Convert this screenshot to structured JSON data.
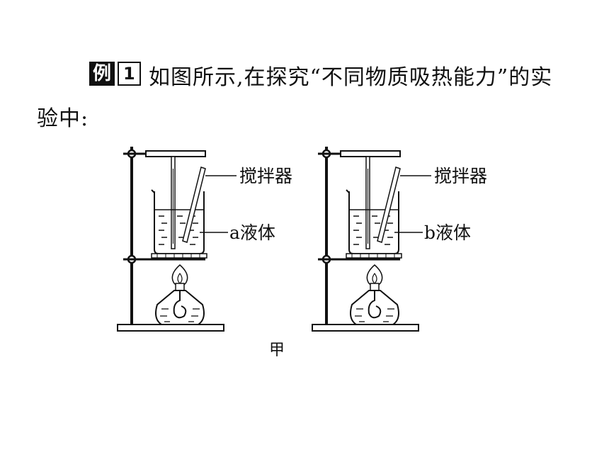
{
  "example": {
    "badge_char": "例",
    "badge_number": "1",
    "line1": "如图所示,在探究“不同物质吸热能力”的实",
    "line2": "验中:"
  },
  "figure": {
    "left": {
      "stirrer_label": "搅拌器",
      "liquid_label": "a液体"
    },
    "right": {
      "stirrer_label": "搅拌器",
      "liquid_label": "b液体"
    },
    "caption": "甲"
  }
}
